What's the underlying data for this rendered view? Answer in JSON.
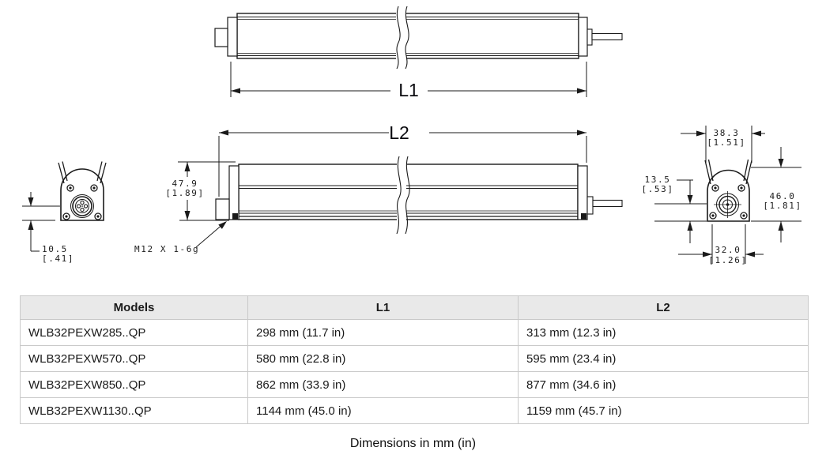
{
  "drawing": {
    "l1_label": "L1",
    "l2_label": "L2",
    "dim_body_height": {
      "mm": "47.9",
      "in": "[1.89]"
    },
    "thread_label": "M12 X 1-6g",
    "dim_connector_offset_left": {
      "mm": "10.5",
      "in": "[.41]"
    },
    "dim_bracket_width": {
      "mm": "38.3",
      "in": "[1.51]"
    },
    "dim_connector_offset_right": {
      "mm": "13.5",
      "in": "[.53]"
    },
    "dim_housing_height": {
      "mm": "46.0",
      "in": "[1.81]"
    },
    "dim_housing_width": {
      "mm": "32.0",
      "in": "[1.26]"
    }
  },
  "table": {
    "headers": {
      "models": "Models",
      "l1": "L1",
      "l2": "L2"
    },
    "rows": [
      {
        "model": "WLB32PEXW285..QP",
        "l1": "298 mm (11.7 in)",
        "l2": "313 mm (12.3 in)"
      },
      {
        "model": "WLB32PEXW570..QP",
        "l1": "580 mm (22.8 in)",
        "l2": "595 mm (23.4 in)"
      },
      {
        "model": "WLB32PEXW850..QP",
        "l1": "862 mm (33.9 in)",
        "l2": "877 mm (34.6 in)"
      },
      {
        "model": "WLB32PEXW1130..QP",
        "l1": "1144 mm (45.0 in)",
        "l2": "1159 mm (45.7 in)"
      }
    ]
  },
  "caption": "Dimensions in mm (in)"
}
